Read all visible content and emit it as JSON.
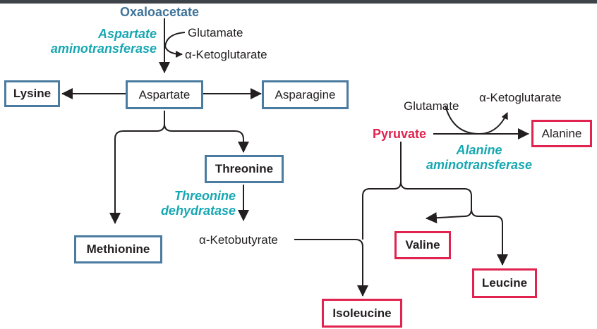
{
  "colors": {
    "blue": "#4a7ba0",
    "red": "#e0234f",
    "teal": "#17a7b2",
    "arrow": "#231f20"
  },
  "title": "Oxaloacetate",
  "aspartate_side": {
    "enzyme_line1": "Aspartate",
    "enzyme_line2": "aminotransferase",
    "cosubstrate_in": "Glutamate",
    "cosubstrate_out": "α-Ketoglutarate"
  },
  "boxes": {
    "lysine": "Lysine",
    "aspartate": "Aspartate",
    "asparagine": "Asparagine",
    "threonine": "Threonine",
    "methionine": "Methionine",
    "alanine": "Alanine",
    "valine": "Valine",
    "leucine": "Leucine",
    "isoleucine": "Isoleucine"
  },
  "threonine_side": {
    "enzyme_line1": "Threonine",
    "enzyme_line2": "dehydratase",
    "product": "α-Ketobutyrate"
  },
  "pyruvate_side": {
    "pyruvate": "Pyruvate",
    "cosubstrate_in": "Glutamate",
    "cosubstrate_out": "α-Ketoglutarate",
    "enzyme_line1": "Alanine",
    "enzyme_line2": "aminotransferase"
  }
}
